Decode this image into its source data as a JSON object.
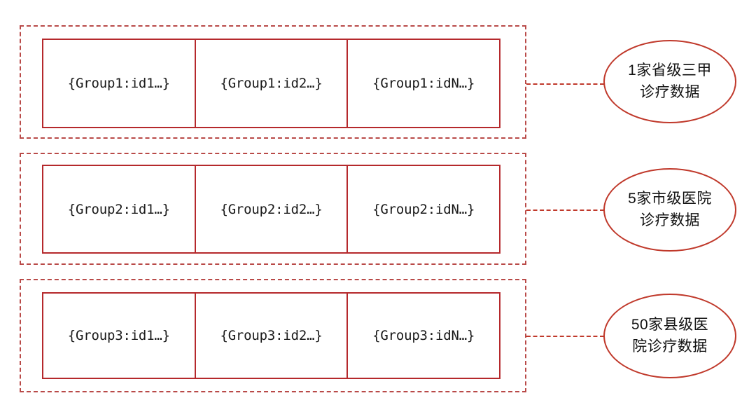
{
  "diagram": {
    "type": "grouped-data-partition-diagram",
    "colors": {
      "dashed_group_border": "#b94a48",
      "table_border": "#b5292c",
      "ellipse_border": "#c0392b",
      "connector": "#c0392b",
      "text": "#111111",
      "background": "#ffffff"
    },
    "groups": [
      {
        "id": "group-1",
        "cells": [
          "{Group1:id1…}",
          "{Group1:id2…}",
          "{Group1:idN…}"
        ],
        "annotation": "1家省级三甲\n诊疗数据",
        "annotation_plain": "1家省级三甲诊疗数据"
      },
      {
        "id": "group-2",
        "cells": [
          "{Group2:id1…}",
          "{Group2:id2…}",
          "{Group2:idN…}"
        ],
        "annotation": "5家市级医院\n诊疗数据",
        "annotation_plain": "5家市级医院诊疗数据"
      },
      {
        "id": "group-3",
        "cells": [
          "{Group3:id1…}",
          "{Group3:id2…}",
          "{Group3:idN…}"
        ],
        "annotation": "50家县级医\n院诊疗数据",
        "annotation_plain": "50家县级医院诊疗数据"
      }
    ]
  }
}
